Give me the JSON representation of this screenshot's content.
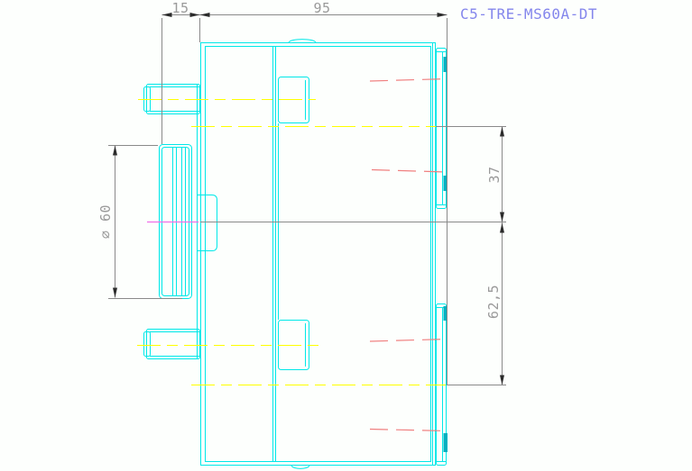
{
  "drawing": {
    "title": "C5-TRE-MS60A-DT",
    "dimensions": {
      "top_offset": "15",
      "top_width": "95",
      "left_diameter": "⌀ 60",
      "right_upper": "37",
      "right_lower": "62,5"
    },
    "colors": {
      "outline": "#00e8e8",
      "outline_dark": "#00b0c0",
      "centerline": "#ffff00",
      "center_magenta": "#f070e8",
      "hidden": "#f08080",
      "dimension": "#8a8a8a",
      "arrow": "#2b2b2b",
      "dimension_text": "#9a9a9a",
      "title_text": "#8486ec",
      "background": "#fdfffd"
    }
  }
}
